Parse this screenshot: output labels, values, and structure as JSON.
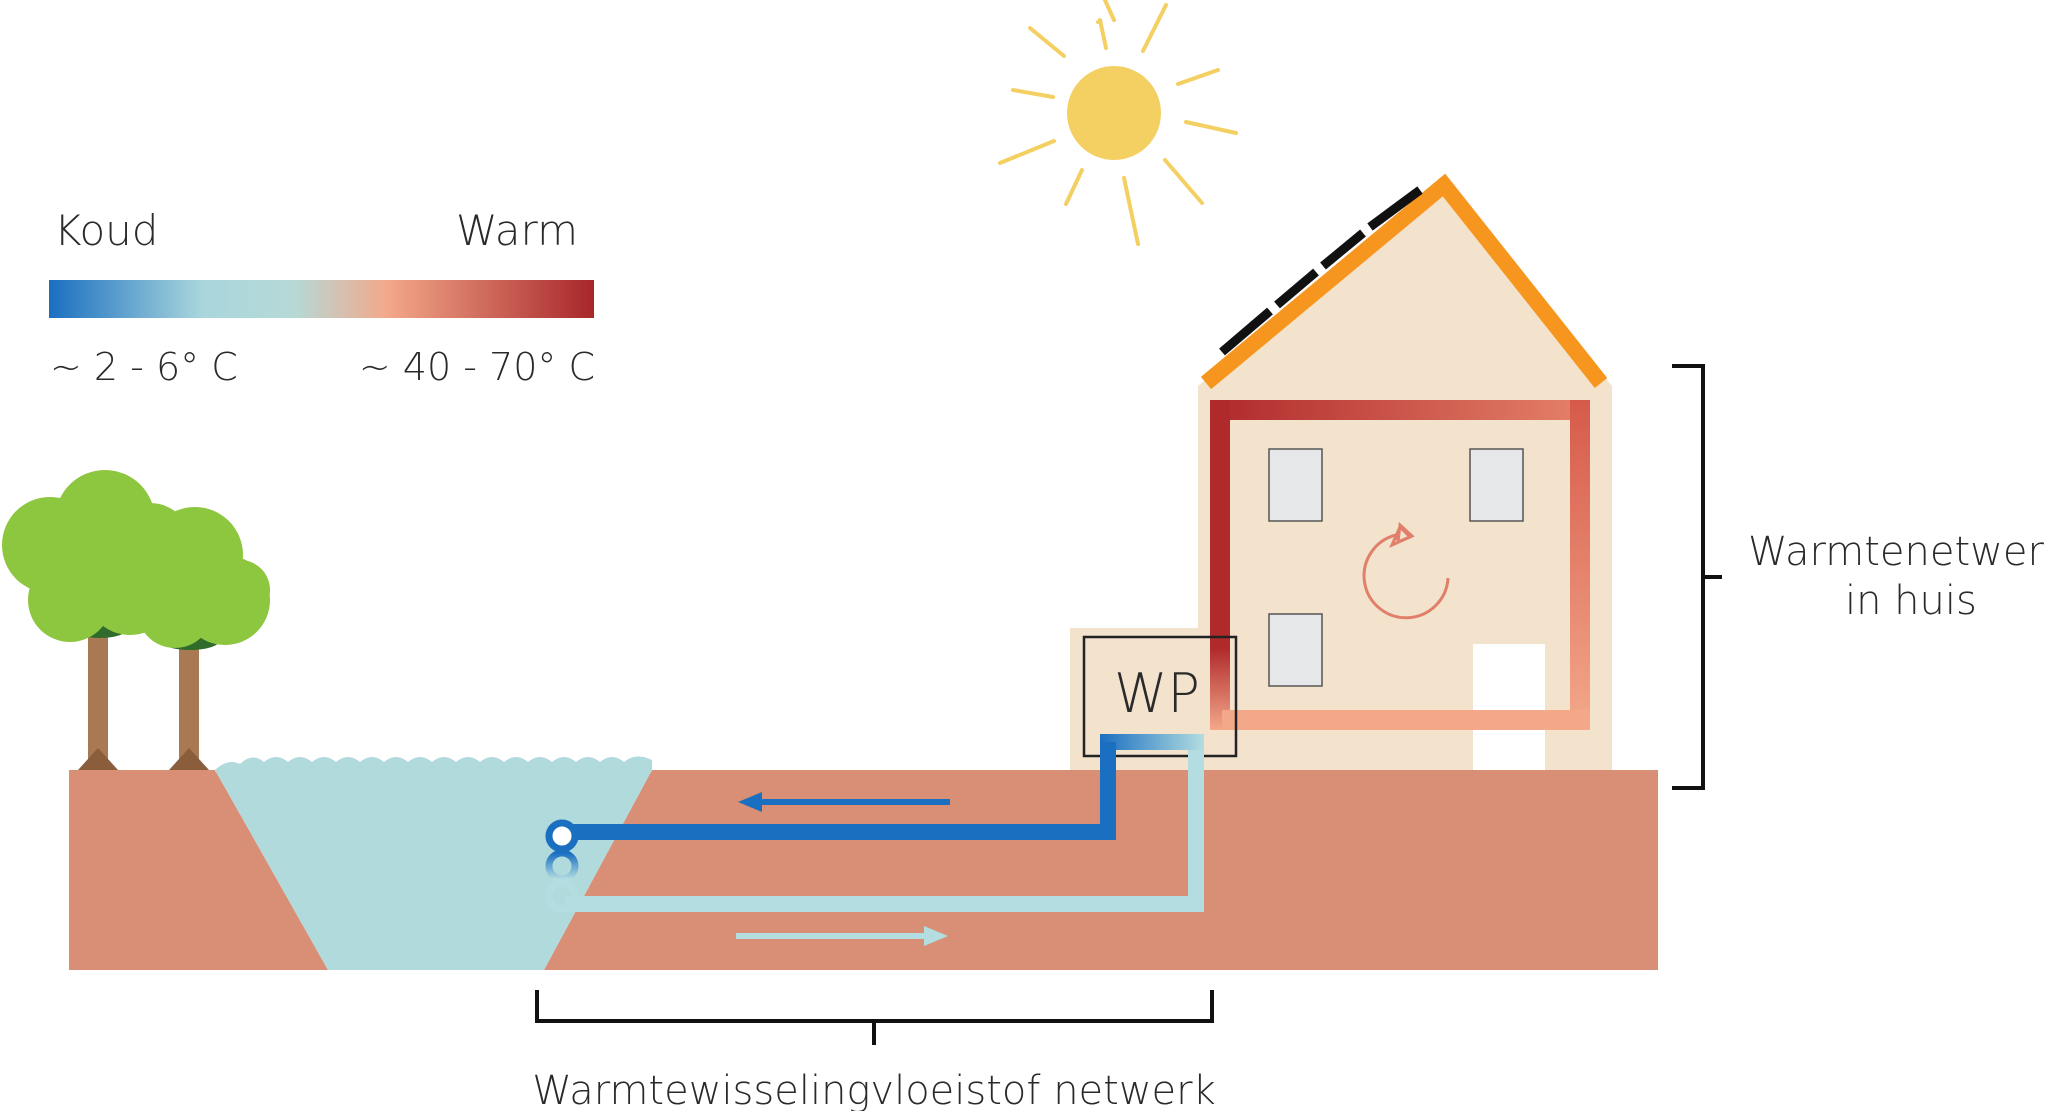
{
  "legend": {
    "cold_label": "Koud",
    "warm_label": "Warm",
    "cold_range": "~ 2 - 6° C",
    "warm_range": "~ 40 - 70° C",
    "gradient_colors": [
      "#1a6fc1",
      "#a9d6dc",
      "#f3a88a",
      "#a8262a"
    ]
  },
  "heat_pump": {
    "label": "WP"
  },
  "house_network": {
    "label_line1": "Warmtenetwerk",
    "label_line2": "in huis"
  },
  "exchange_network": {
    "label": "Warmtewisselingvloeistof netwerk"
  },
  "colors": {
    "ground": "#d98f75",
    "water": "#b0dadb",
    "house_wall": "#f3e2cc",
    "roof_edge": "#f7961e",
    "solar_panel": "#111111",
    "cold_pipe": "#1a6fc1",
    "return_pipe": "#b3dde0",
    "hot_pipe": "#b0292b",
    "sun": "#f4cf62",
    "tree_foliage": "#8dc63f",
    "tree_trunk": "#a87952",
    "window": "#e6e7e8"
  },
  "icons": {
    "sun": "sun-icon",
    "trees": "tree-icon",
    "circulation": "circular-arrow-icon",
    "flow_left": "arrow-left-icon",
    "flow_right": "arrow-right-icon"
  }
}
